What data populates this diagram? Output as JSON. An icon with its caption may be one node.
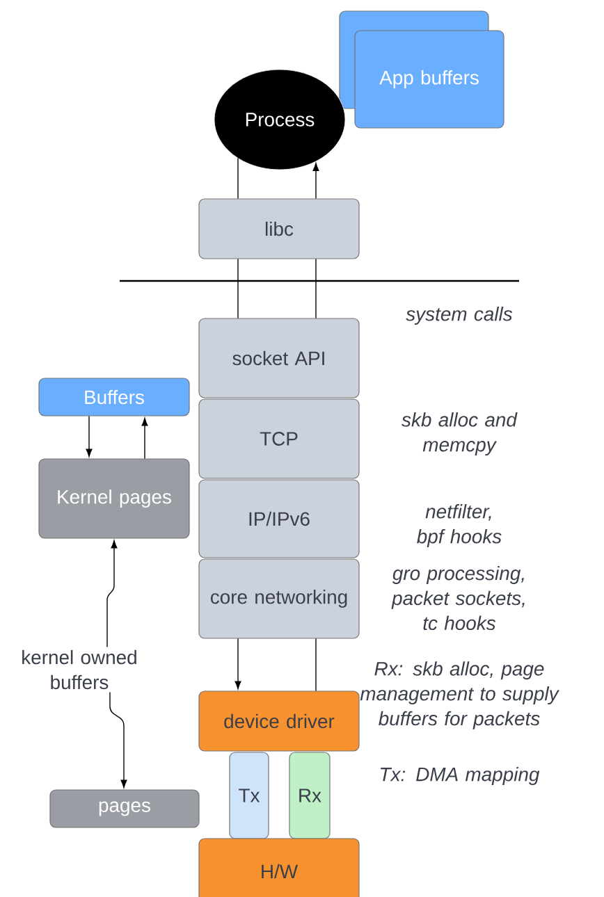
{
  "diagram": {
    "nodes": [
      {
        "text": [],
        "shape": "box"
      },
      {
        "text": [
          "App buffers"
        ]
      },
      {
        "text": [
          "Process"
        ]
      },
      {
        "text": [
          "libc"
        ]
      },
      {
        "text": [
          "socket API"
        ]
      },
      {
        "text": [
          "TCP"
        ]
      },
      {
        "text": [
          "IP/IPv6"
        ]
      },
      {
        "text": [
          "core networking"
        ]
      },
      {
        "text": [
          "Buffers"
        ]
      },
      {
        "text": [
          "Kernel pages"
        ]
      },
      {
        "text": [
          "kernel owned buffers"
        ]
      },
      {
        "text": [
          "device driver"
        ]
      },
      {
        "text": [
          "Tx"
        ]
      },
      {
        "text": [
          "Rx"
        ]
      },
      {
        "text": [
          "pages"
        ]
      },
      {
        "text": [
          "H/W"
        ]
      }
    ],
    "edges": [
      {
        "from": 3,
        "to": 2,
        "arrow": "none"
      },
      {
        "from": 3,
        "to": 2,
        "arrow": "to"
      },
      {
        "from": 3,
        "to": 4,
        "arrow": "none"
      },
      {
        "from": 3,
        "to": 4,
        "arrow": "none"
      },
      {
        "from": 7,
        "to": 11,
        "arrow": "to"
      },
      {
        "from": 7,
        "to": 11,
        "arrow": "none"
      },
      {
        "from": 8,
        "to": 9,
        "arrow": "to"
      },
      {
        "from": 9,
        "to": 8,
        "arrow": "to"
      },
      {
        "from": 10,
        "to": 9,
        "arrow": "to"
      },
      {
        "from": 10,
        "to": 14,
        "arrow": "to"
      }
    ],
    "labels": [
      "system calls",
      "skb alloc and memcpy",
      "netfilter, bpf hooks",
      "gro processing, packet sockets, tc hooks",
      "Rx: skb alloc, page management to supply buffers for packets",
      "Tx: DMA mapping"
    ]
  }
}
